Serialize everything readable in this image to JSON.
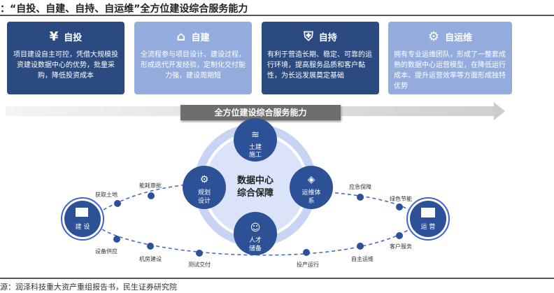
{
  "title": "：“自投、自建、自持、自运维”全方位建设综合服务能力",
  "cards": [
    {
      "icon": "yen-icon",
      "glyph": "¥",
      "title": "自投",
      "body": "项目建设自主可控，凭借大规模投资建设数据中心的优势，批量采购，降低投资成本"
    },
    {
      "icon": "building-icon",
      "glyph": "⌂",
      "title": "自建",
      "body": "全流程参与项目设计、建设过程，形成迭代开发经验，定制化交付能力强，建设周期短"
    },
    {
      "icon": "shield-plus-icon",
      "glyph": "⛨",
      "title": "自持",
      "body": "有利于营造长期、稳定、可靠的运行环境，提高服务品质和客户黏性，为长远发展奠定基础"
    },
    {
      "icon": "gear-icon",
      "glyph": "⚙",
      "title": "自运维",
      "body": "拥有专业运维团队，形成了一整套成熟的数据中心运营模型，在降低运行成本、提升运营效率等方面形成独特优势"
    }
  ],
  "band_label": "全方位建设综合服务能力",
  "center": {
    "line1": "数据中心",
    "line2": "综合保障"
  },
  "nodes": {
    "top": [
      "土建",
      "施工"
    ],
    "left": [
      "规划",
      "设计"
    ],
    "right": [
      "运维体",
      "系"
    ],
    "bottom": [
      "人才",
      "储备"
    ]
  },
  "ends": {
    "build": "建 设",
    "operate": "运 营"
  },
  "steps": [
    "获取土地",
    "能耗审批",
    "设备供应",
    "机房建设",
    "测试交付",
    "投产运行",
    "自主运维",
    "客户服务",
    "应急保障",
    "绿色节能"
  ],
  "source": "源：润泽科技重大资产重组报告书，民生证券研究院"
}
